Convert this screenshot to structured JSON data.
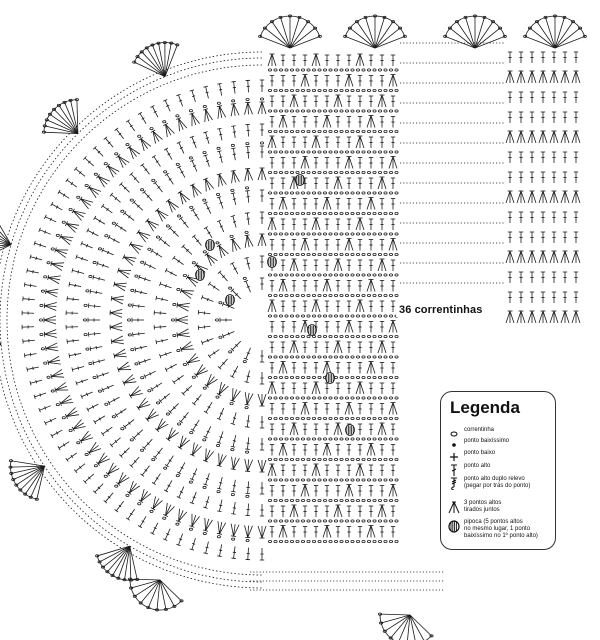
{
  "note": "36 correntinhas",
  "legend": {
    "title": "Legenda",
    "items": [
      {
        "symbol": "chain-stitch-icon",
        "label": "correntinha"
      },
      {
        "symbol": "slip-stitch-icon",
        "label": "ponto baixíssimo"
      },
      {
        "symbol": "single-crochet-icon",
        "label": "ponto baixo"
      },
      {
        "symbol": "double-crochet-icon",
        "label": "ponto alto"
      },
      {
        "symbol": "back-post-double-crochet-icon",
        "label": "ponto alto duplo relevo\n(pegar por trás do ponto)"
      },
      {
        "symbol": "dc3tog-icon",
        "label": "3 pontos altos\ntirados juntos"
      },
      {
        "symbol": "popcorn-stitch-icon",
        "label": "pipoca (5 pontos altos\nno mesmo lugar, 1 ponto\nbaixíssimo no 1º ponto alto)"
      }
    ]
  },
  "colors": {
    "ink": "#1a1a1a",
    "background": "#ffffff"
  }
}
